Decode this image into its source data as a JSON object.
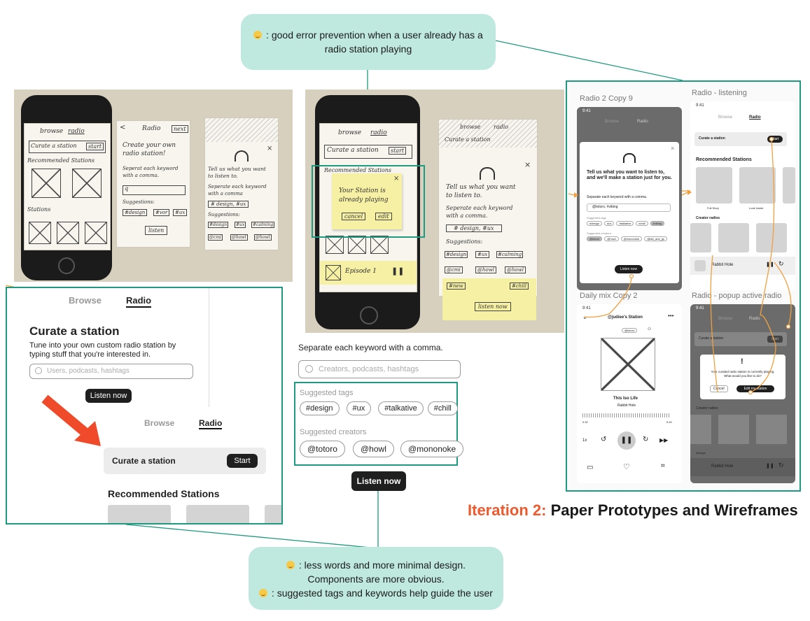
{
  "notes": {
    "top": "good error prevention when a user already has a radio station playing",
    "bottom_line1": "less words and more minimal design. Components are more obvious.",
    "bottom_line2": "suggested tags and keywords help guide the user"
  },
  "heading": {
    "prefix": "Iteration 2:",
    "rest": " Paper Prototypes and Wireframes",
    "accent_color": "#ee5a2e"
  },
  "paper_left": {
    "p1": {
      "browse": "browse",
      "radio": "radio",
      "curate": "Curate a station",
      "start": "start",
      "recommended": "Recommended Stations",
      "stations": "Stations"
    },
    "p2": {
      "back": "<",
      "title": "Radio",
      "next": "next",
      "create1": "Create your own",
      "create2": "radio station!",
      "sep1": "Seperat each keyword",
      "sep2": "with a comma.",
      "q": "q",
      "suggestions": "Suggestions:",
      "tag1": "#design",
      "tag2": "#ux",
      "tag3": "#vor",
      "listen": "listen"
    },
    "p3": {
      "tell1": "Tell us what you want",
      "tell2": "to listen to.",
      "sep1": "Seperate each keyword",
      "sep2": "with a comma",
      "search": "# design, #ux",
      "suggestions": "Suggestions:",
      "t1": "#design",
      "t2": "#ux",
      "t3": "#calming",
      "t4": "@cmi",
      "t5": "@howl",
      "t6": "@howl"
    }
  },
  "paper_mid": {
    "p1": {
      "browse": "browse",
      "radio": "radio",
      "curate": "Curate a station",
      "start": "start",
      "rec": "Recommended Stations",
      "sticky1": "Your Station is",
      "sticky2": "already playing",
      "cancel": "cancel",
      "edit": "edit",
      "episode": "Episode 1"
    },
    "p2": {
      "browse": "browse",
      "radio": "radio",
      "curate": "Curate a station",
      "tell1": "Tell us what you want",
      "tell2": "to listen to.",
      "sep1": "Seperate each keyword",
      "sep2": "with a comma.",
      "search": "# design, #ux",
      "sug": "Suggestions:",
      "t1": "#design",
      "t2": "#ux",
      "t3": "#calming",
      "t4": "@cmi",
      "t5": "@howl",
      "t6": "@howl",
      "t7": "#new",
      "t8": "#chill",
      "listen": "listen now"
    }
  },
  "zoom_left": {
    "browse": "Browse",
    "radio": "Radio",
    "title": "Curate a station",
    "desc": "Tune into your own custom radio station by typing stuff that you're interested in.",
    "search_placeholder": "Users, podcasts, hashtags",
    "listen": "Listen now",
    "browse2": "Browse",
    "radio2": "Radio",
    "curate": "Curate a station",
    "start": "Start",
    "recommended": "Recommended Stations"
  },
  "zoom_mid": {
    "separate": "Separate each keyword with a comma.",
    "search_placeholder": "Creators, podcasts, hashtags",
    "suggested_tags": "Suggested tags",
    "tags": [
      "#design",
      "#ux",
      "#talkative",
      "#chill"
    ],
    "suggested_creators": "Suggested creators",
    "creators": [
      "@totoro",
      "@howl",
      "@mononoke"
    ],
    "listen": "Listen now"
  },
  "wireframes": {
    "w1": {
      "title": "Radio 2 Copy 9",
      "time": "9:41",
      "browse": "Browse",
      "radio": "Radio",
      "headline": "Tell us what you want to listen to, and we'll make a station just for you.",
      "separate": "Separate each keyword with a comma.",
      "search": "@totoro, #vibing",
      "tags_label": "Suggested tags",
      "tags": [
        "#design",
        "#ux",
        "#talkative",
        "#chill",
        "#vibing"
      ],
      "creators_label": "Suggested creators",
      "creators": [
        "@totoro",
        "@howl",
        "@mononoke",
        "@lab_and_jip"
      ],
      "listen": "Listen now"
    },
    "w2": {
      "title": "Radio - listening",
      "time": "9:41",
      "browse": "Browse",
      "radio": "Radio",
      "curate": "Curate a station",
      "start": "Start",
      "recommended": "Recommended Stations",
      "s1": "Full Story",
      "s2": "Look Inside",
      "creator": "Creator radios",
      "now": "Rabbit Hole"
    },
    "w3": {
      "title": "Daily mix Copy 2",
      "time": "9:41",
      "station": "@judiee's Station",
      "handle": "@totoro",
      "song": "This Iso Life",
      "artist": "Rabbit Hole",
      "start": "0:32",
      "end": "5:40",
      "speed": "1x"
    },
    "w4": {
      "title": "Radio - popup active radio",
      "time": "9:41",
      "browse": "Browse",
      "radio": "Radio",
      "curate": "Curate a station",
      "start": "Start",
      "bang": "!",
      "msg": "Your curated radio station is currently playing. What would you like to do?",
      "cancel": "Cancel",
      "edit": "Edit my station",
      "creator": "Creator radios",
      "tag": "#design",
      "now": "Rabbit Hole"
    }
  }
}
